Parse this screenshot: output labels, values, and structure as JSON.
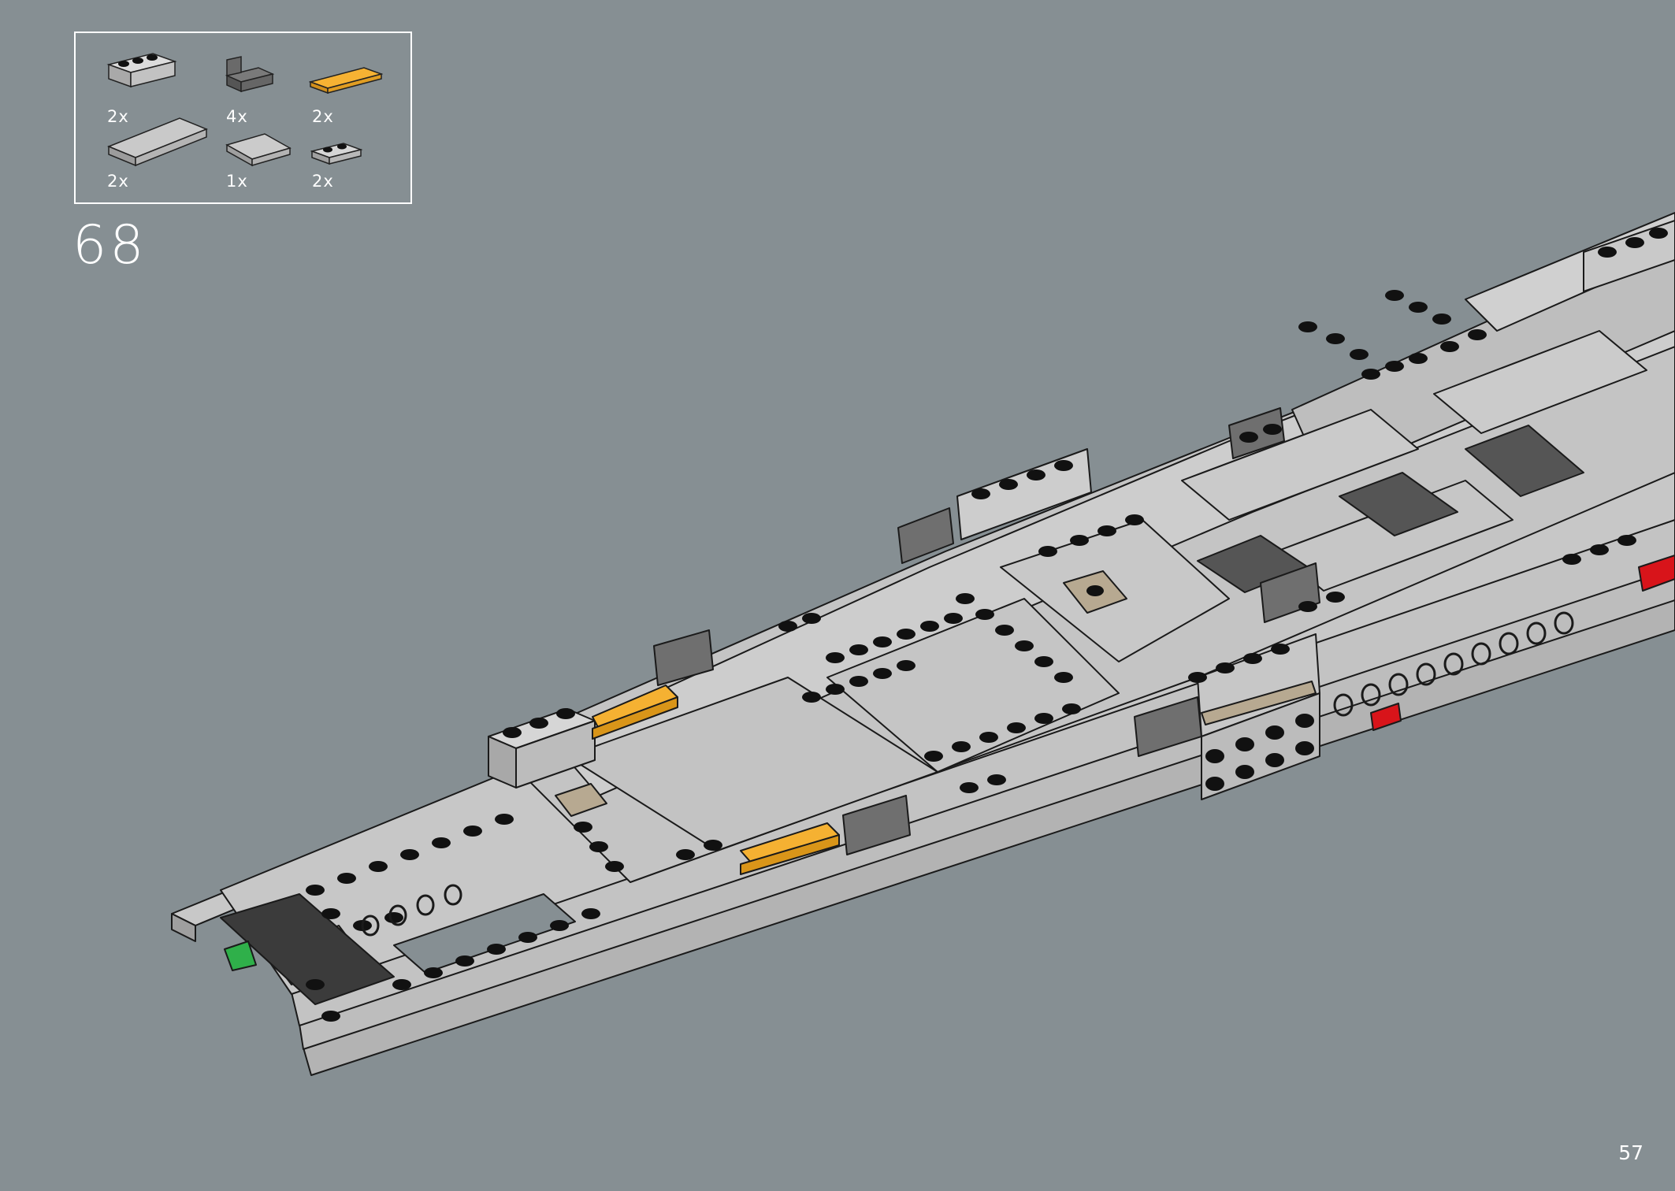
{
  "parts_list": {
    "items": [
      {
        "name": "light-gray-brick-1x3",
        "quantity": "2x",
        "color": "#c8c8c8"
      },
      {
        "name": "dark-gray-panel-1x2x1",
        "quantity": "4x",
        "color": "#6e6e6e"
      },
      {
        "name": "orange-tile-1x4",
        "quantity": "2x",
        "color": "#f5a623"
      },
      {
        "name": "light-gray-plate-2x6",
        "quantity": "2x",
        "color": "#c8c8c8"
      },
      {
        "name": "light-gray-tile-2x4",
        "quantity": "1x",
        "color": "#c8c8c8"
      },
      {
        "name": "light-gray-plate-1x2",
        "quantity": "2x",
        "color": "#c8c8c8"
      }
    ]
  },
  "step": {
    "number": "68"
  },
  "page": {
    "number": "57"
  },
  "colors": {
    "background": "#868f93",
    "brick_light_gray": "#c4c4c4",
    "brick_dark_gray": "#6f6f6f",
    "accent_orange": "#f5b132",
    "tan": "#b7a991",
    "red": "#d8141a",
    "green": "#2fb04a",
    "stud_black": "#111111"
  }
}
